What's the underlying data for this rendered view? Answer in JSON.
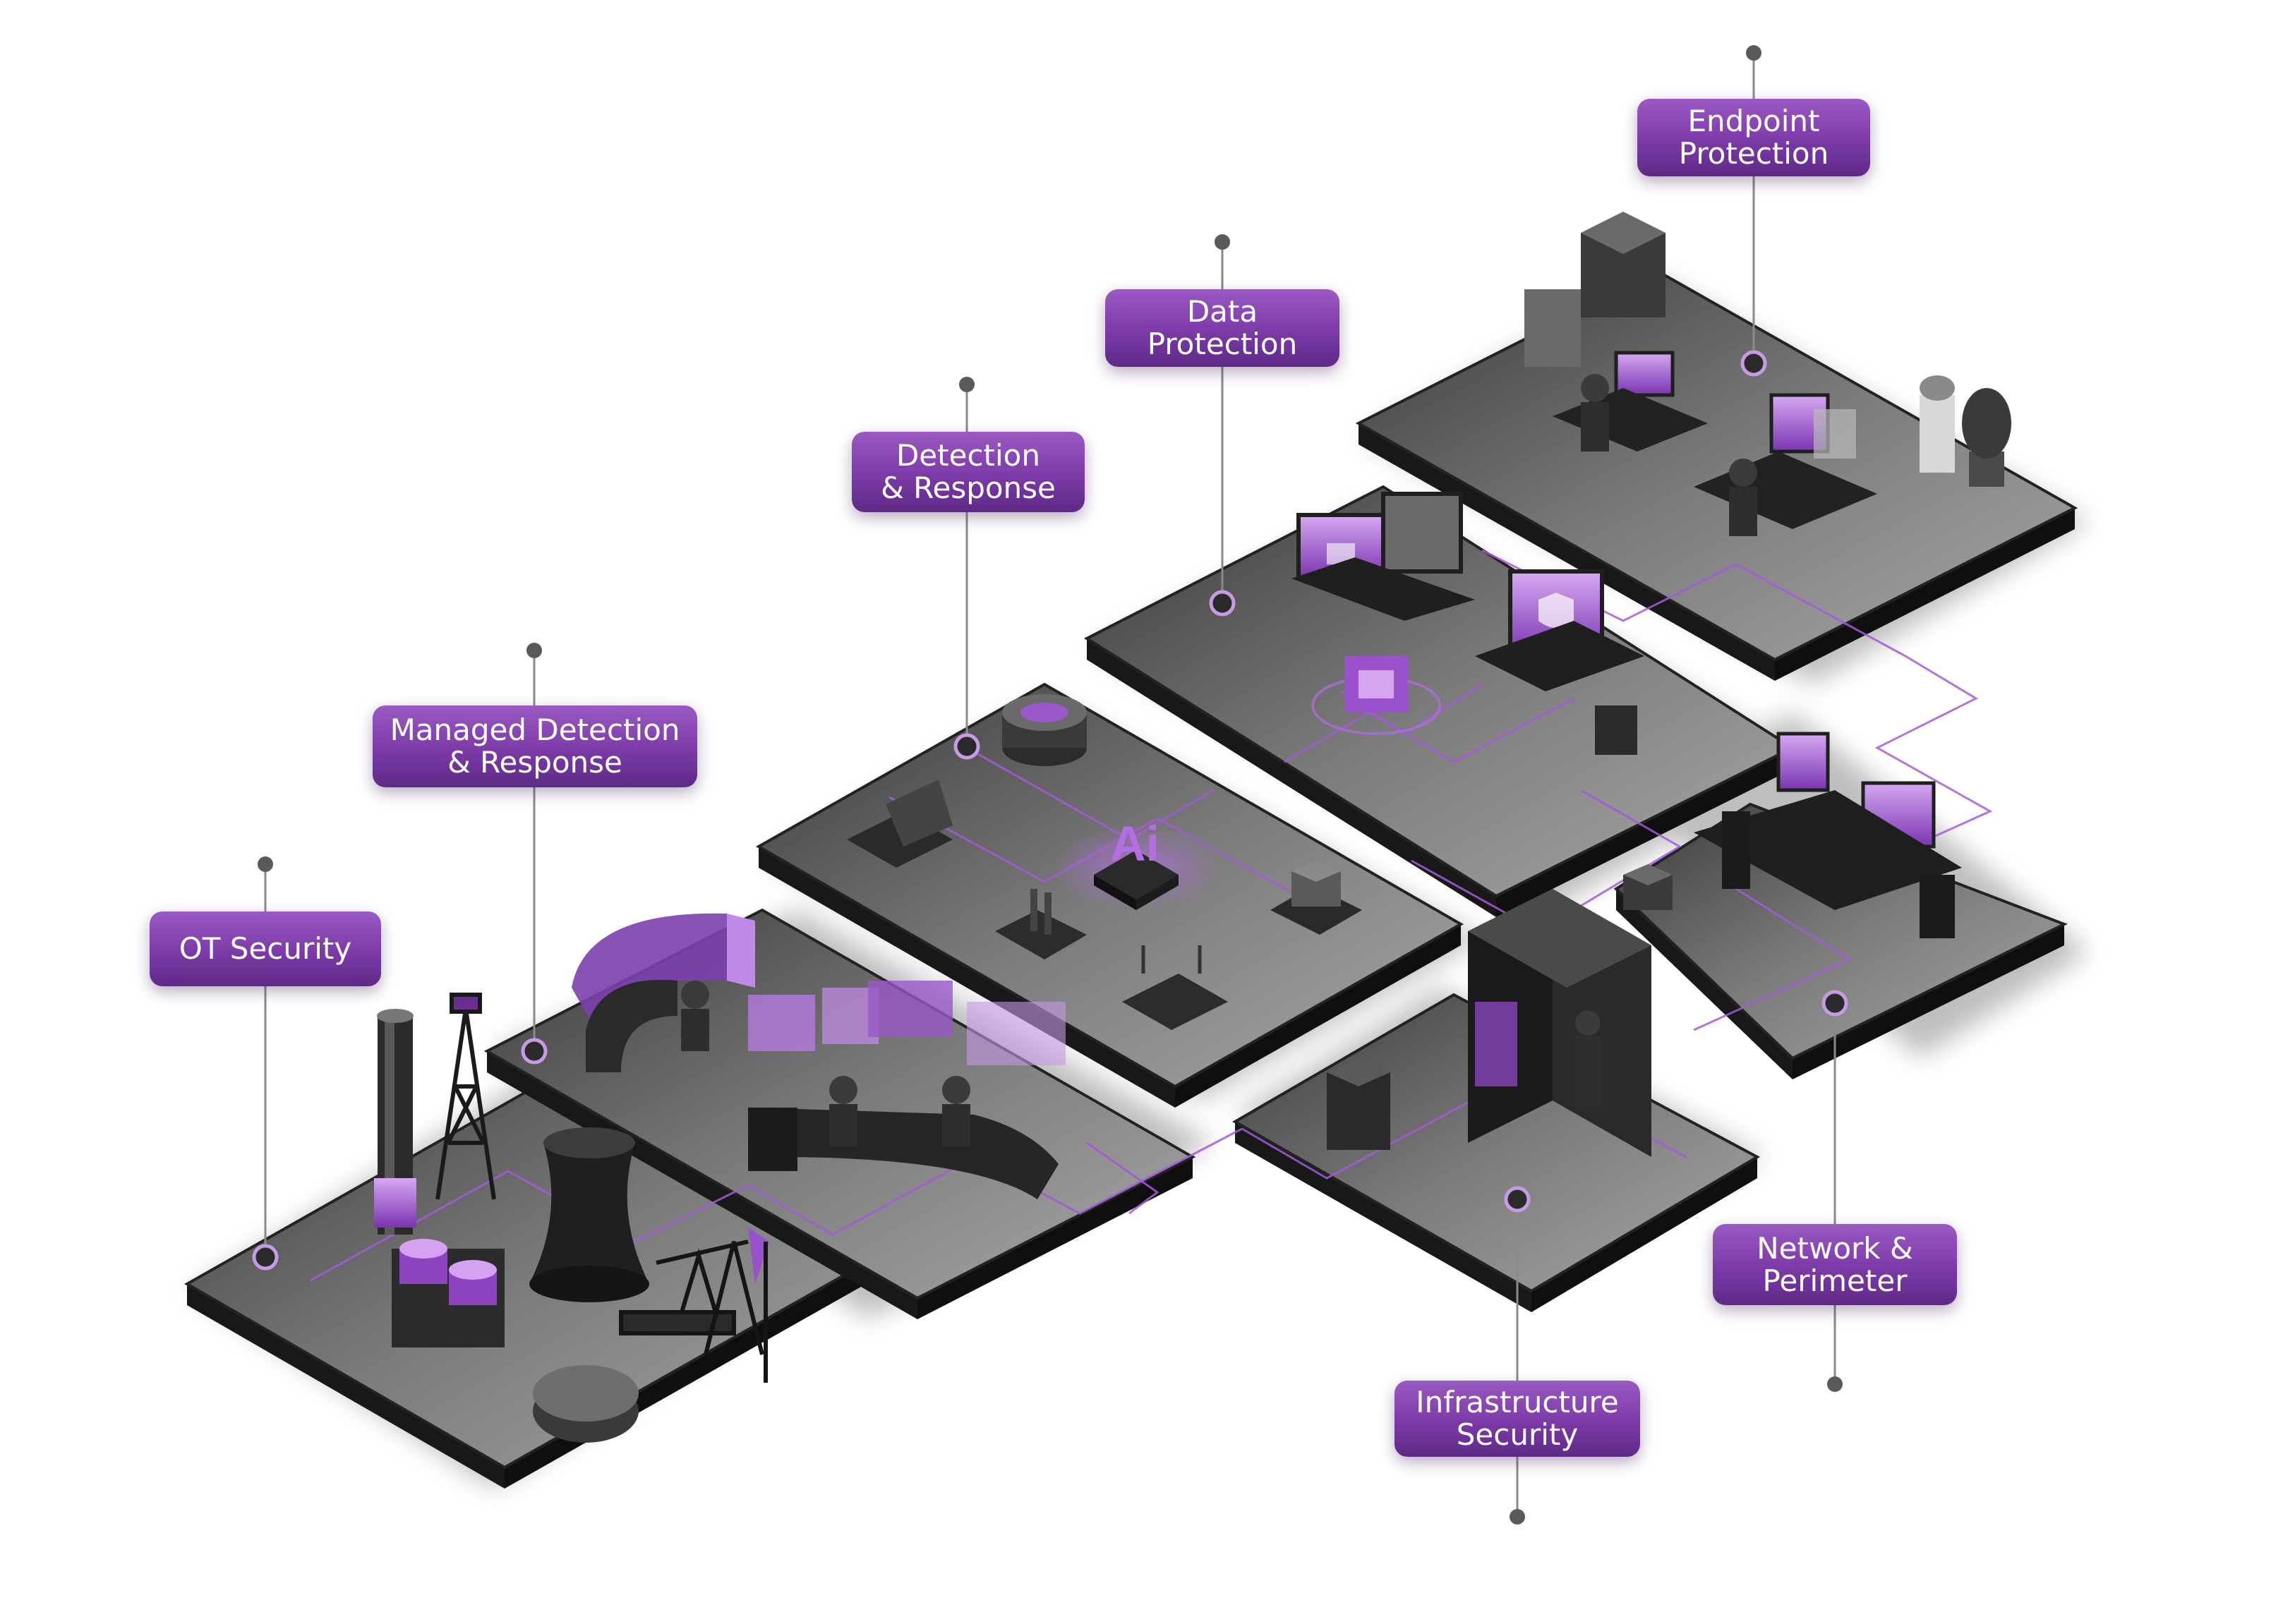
{
  "diagram": {
    "colors": {
      "accent": "#8a44bd",
      "accent_light": "#c89ae6",
      "platform_top": "#6e6e6e",
      "platform_side": "#1d1d1d",
      "leader": "#8a8a8a",
      "dot": "#5a5a5a"
    },
    "labels": [
      {
        "id": "ot-security",
        "text": "OT Security"
      },
      {
        "id": "managed-detection-response",
        "text": "Managed Detection\n& Response"
      },
      {
        "id": "detection-response",
        "text": "Detection\n& Response"
      },
      {
        "id": "data-protection",
        "text": "Data\nProtection"
      },
      {
        "id": "endpoint-protection",
        "text": "Endpoint\nProtection"
      },
      {
        "id": "network-perimeter",
        "text": "Network &\nPerimeter"
      },
      {
        "id": "infrastructure-security",
        "text": "Infrastructure\nSecurity"
      }
    ],
    "center_badge": {
      "text": "Ai"
    }
  }
}
